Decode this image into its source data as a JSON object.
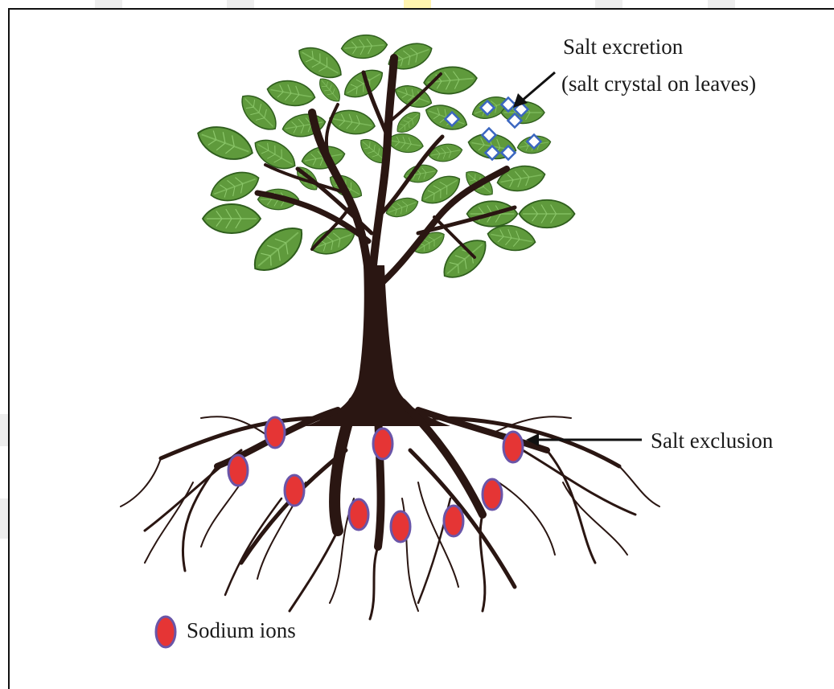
{
  "labels": {
    "salt_excretion": "Salt excretion",
    "salt_excretion_detail": "(salt crystal on leaves)",
    "salt_exclusion": "Salt exclusion",
    "sodium_ions": "Sodium ions"
  },
  "colors": {
    "leaf_fill": "#5f9a3c",
    "leaf_dark": "#2f5e1d",
    "trunk": "#2a1612",
    "sodium_ion": "#e53535",
    "sodium_ion_outline": "#6a55a8",
    "salt_crystal": "#ffffff",
    "salt_crystal_outline": "#3a66c0",
    "arrow": "#111111"
  },
  "icons": {
    "tree": "tree-icon",
    "sodium_ion": "sodium-ion-icon",
    "salt_crystal": "salt-crystal-icon",
    "arrow": "arrow-icon"
  }
}
